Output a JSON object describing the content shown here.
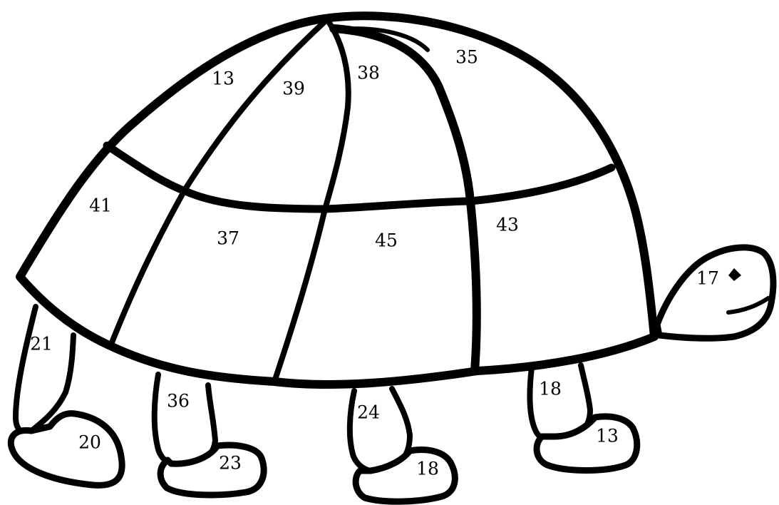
{
  "colors": {
    "line": "#000000",
    "background": "#ffffff",
    "text": "#000000"
  },
  "regions": {
    "shell_top_left": "13",
    "shell_top_center_left": "39",
    "shell_top_center_right": "38",
    "shell_top_right": "35",
    "shell_middle_left": "41",
    "shell_middle_center_left": "37",
    "shell_middle_center_right": "45",
    "shell_middle_right": "43",
    "head": "17",
    "back_leg": "21",
    "back_foot": "20",
    "middle_left_leg": "36",
    "middle_left_foot": "23",
    "middle_right_leg": "24",
    "middle_right_foot": "18",
    "front_leg": "18",
    "front_foot": "13"
  }
}
